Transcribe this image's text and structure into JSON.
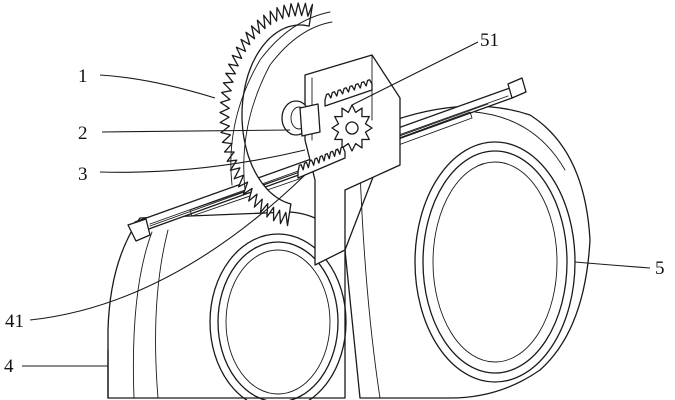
{
  "labels": {
    "l1": "1",
    "l2": "2",
    "l3": "3",
    "l41": "41",
    "l4": "4",
    "l51": "51",
    "l5": "5"
  }
}
